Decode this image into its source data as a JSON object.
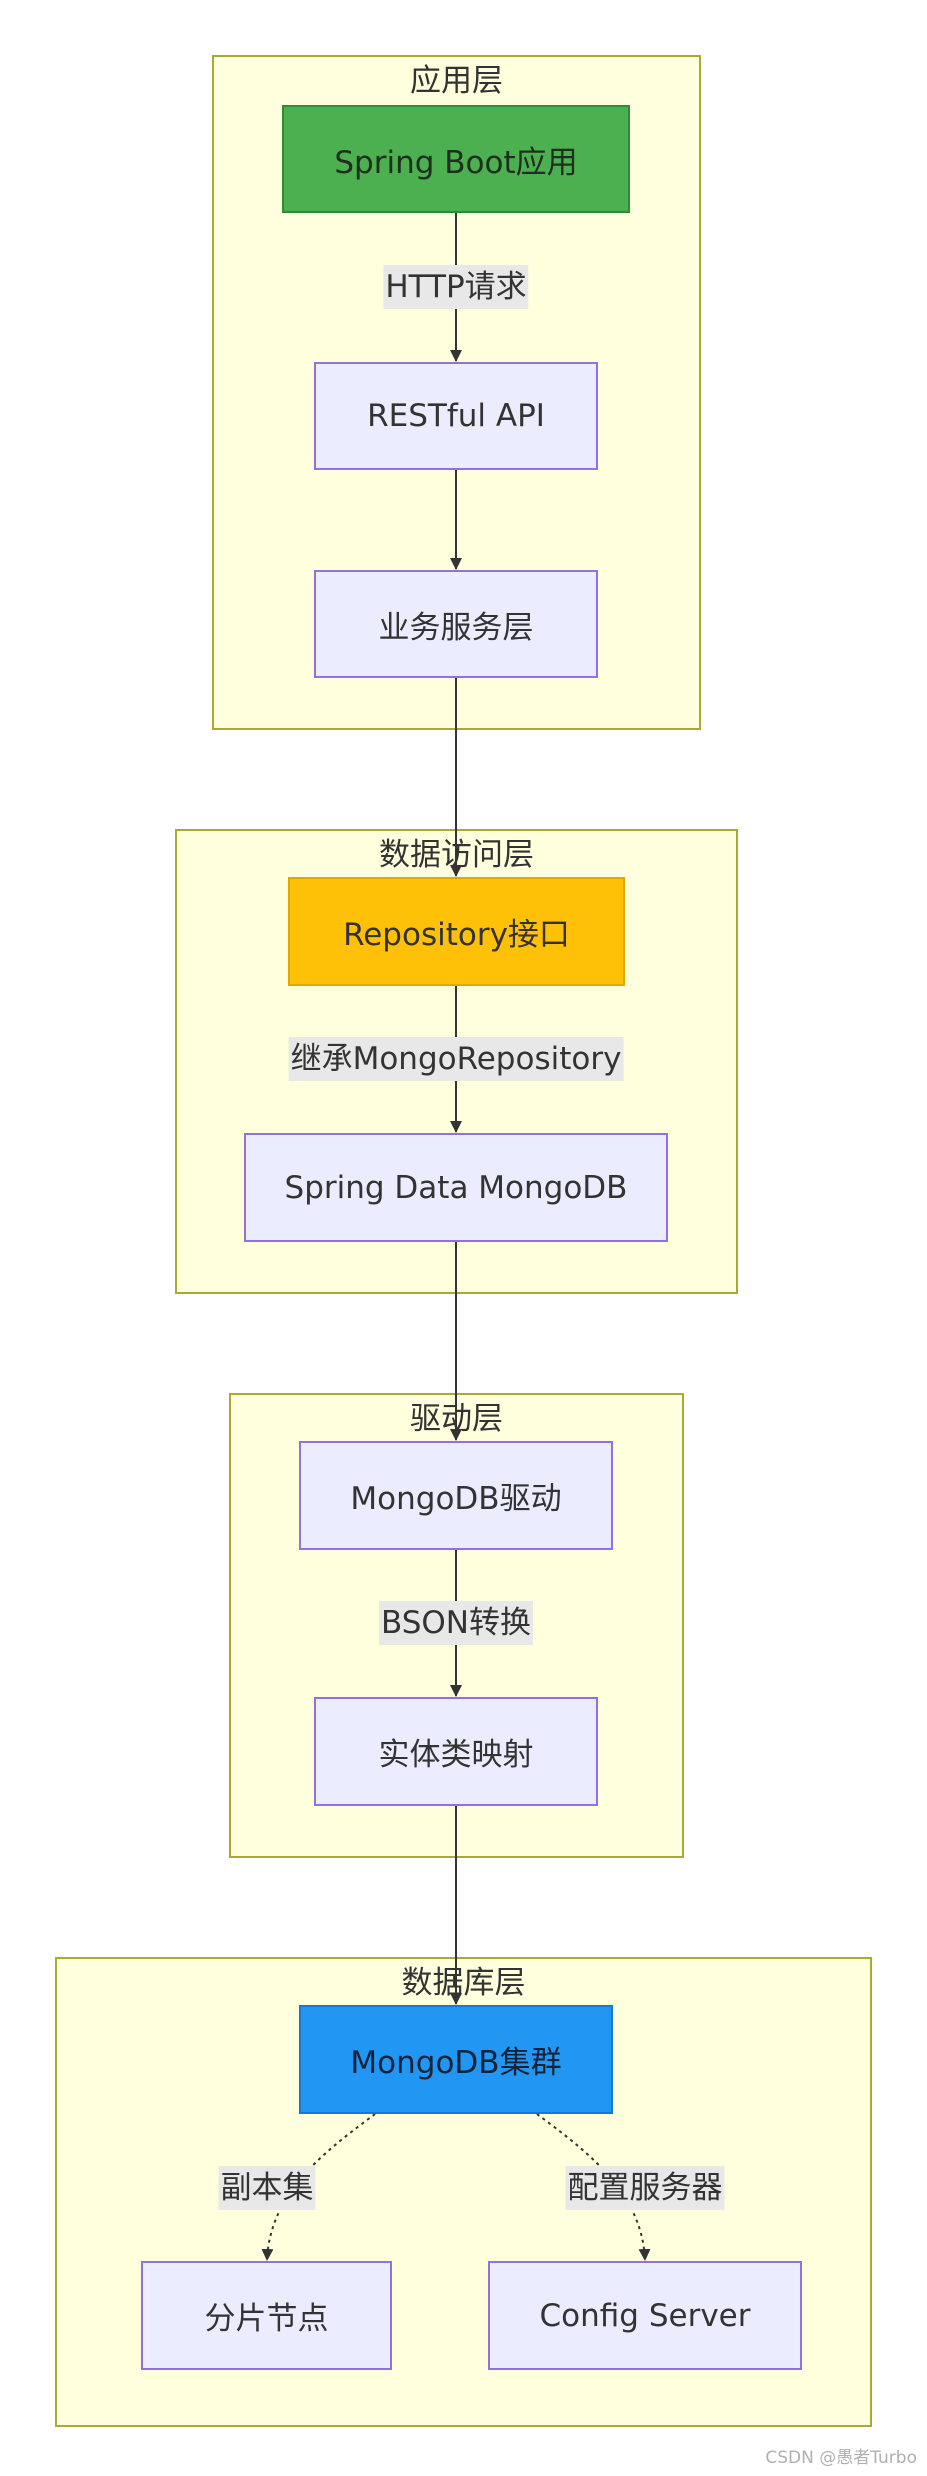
{
  "clusters": {
    "app": {
      "title": "应用层"
    },
    "data_access": {
      "title": "数据访问层"
    },
    "driver": {
      "title": "驱动层"
    },
    "database": {
      "title": "数据库层"
    }
  },
  "nodes": {
    "spring_boot": "Spring Boot应用",
    "restful_api": "RESTful API",
    "business": "业务服务层",
    "repository": "Repository接口",
    "spring_data": "Spring Data MongoDB",
    "driver": "MongoDB驱动",
    "entity": "实体类映射",
    "cluster": "MongoDB集群",
    "shard": "分片节点",
    "config_server": "Config Server"
  },
  "edge_labels": {
    "http": "HTTP请求",
    "inherit": "继承MongoRepository",
    "bson": "BSON转换",
    "replica": "副本集",
    "config": "配置服务器"
  },
  "colors": {
    "cluster_fill": "#ffffde",
    "cluster_border": "#aaaa33",
    "node_fill": "#ececff",
    "node_border": "#9370db",
    "spring_boot_fill": "#4caf50",
    "repository_fill": "#ffc107",
    "mongodb_cluster_fill": "#2196f3",
    "edge": "#333333"
  },
  "watermark": "CSDN @愚者Turbo"
}
